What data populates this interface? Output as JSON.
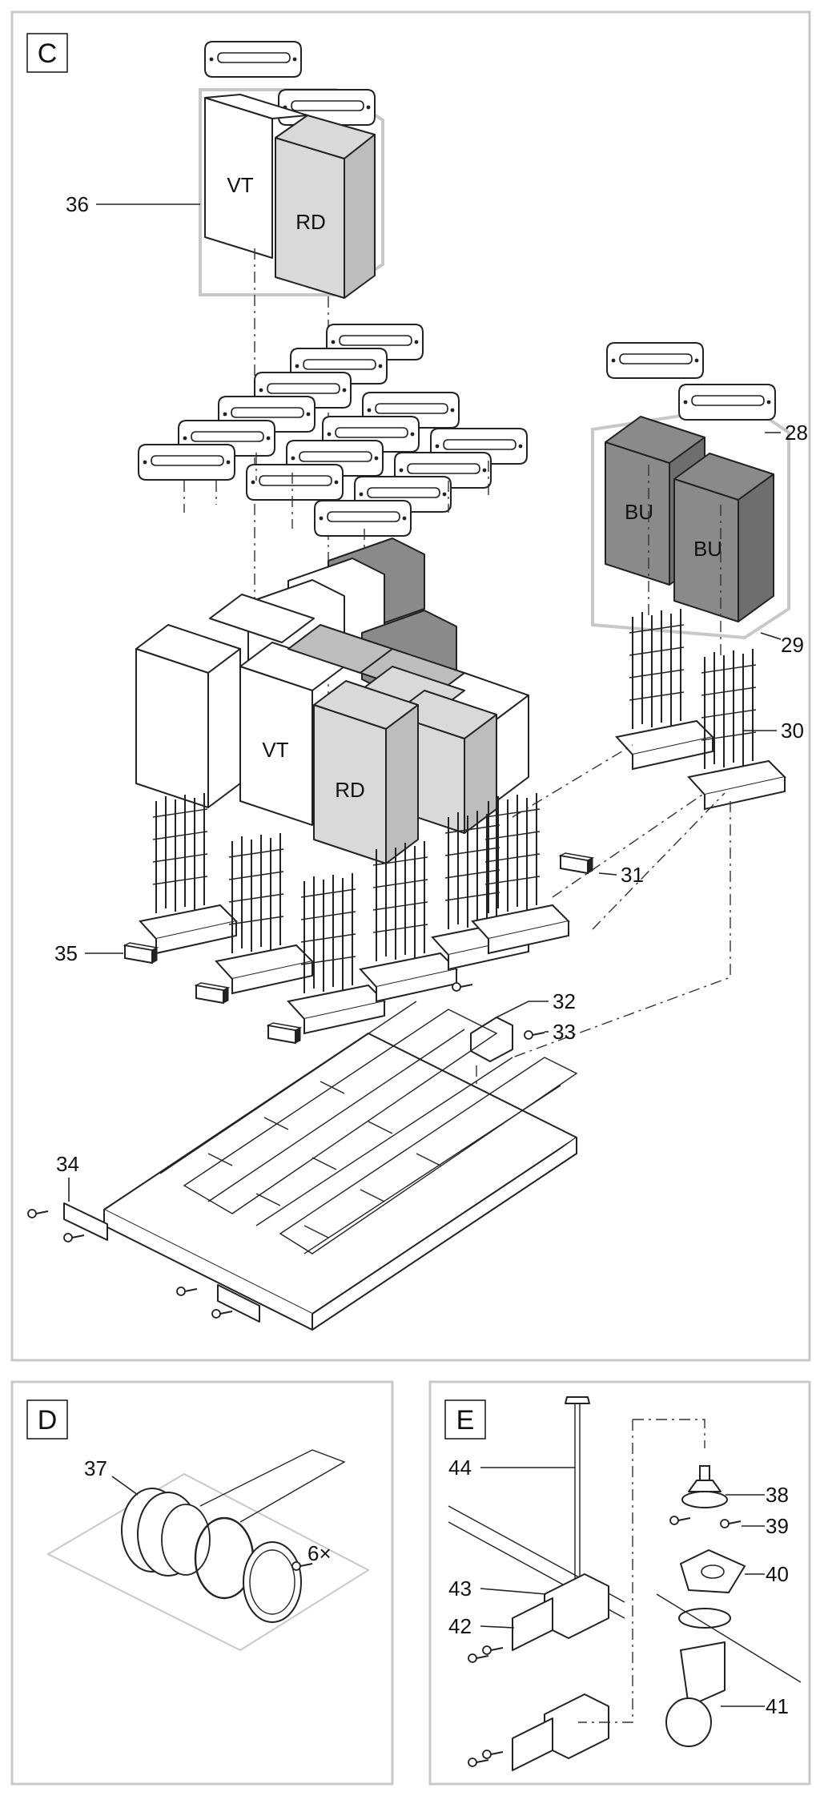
{
  "panels": {
    "c": {
      "letter": "C"
    },
    "d": {
      "letter": "D"
    },
    "e": {
      "letter": "E"
    }
  },
  "module_labels": {
    "vt_top": "VT",
    "rd_top": "RD",
    "vt_stack": "VT",
    "rd_stack": "RD",
    "bu_left": "BU",
    "bu_right": "BU"
  },
  "callouts": {
    "c36": "36",
    "c28": "28",
    "c29": "29",
    "c30": "30",
    "c31": "31",
    "c35": "35",
    "c32": "32",
    "c33": "33",
    "c34": "34",
    "d37": "37",
    "d6x": "6×",
    "e44": "44",
    "e38": "38",
    "e39": "39",
    "e43": "43",
    "e40": "40",
    "e42": "42",
    "e41": "41"
  },
  "colors": {
    "frame": "#c8c8c8",
    "light_gray_module": "#d9d9d9",
    "mid_gray_module": "#bdbdbd",
    "dark_gray_module": "#8a8a8a",
    "white_module": "#ffffff",
    "line": "#222222"
  }
}
